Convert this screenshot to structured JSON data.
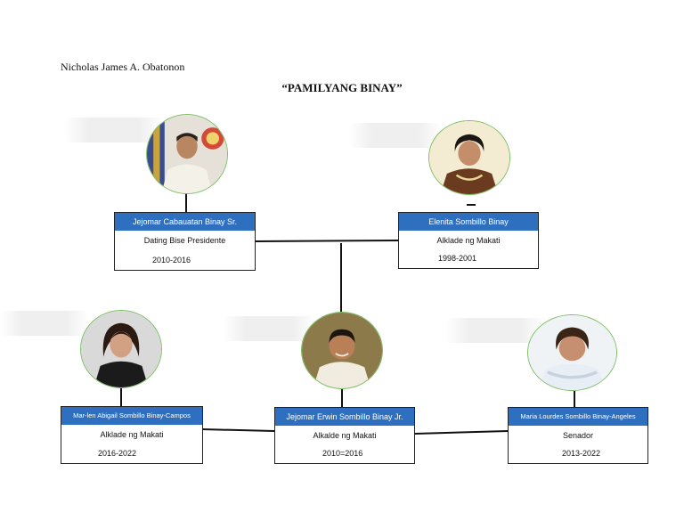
{
  "header": {
    "author": "Nicholas James A. Obatonon",
    "title": "“PAMILYANG BINAY”"
  },
  "colors": {
    "card_header": "#2f6fbf",
    "photo_ring": "#7cbf63",
    "connector": "#111111"
  },
  "members": {
    "jcb_sr": {
      "name": "Jejomar Cabauatan Binay Sr.",
      "role": "Dating Bise Presidente",
      "years": "2010-2016"
    },
    "elenita": {
      "name": "Elenita Sombillo Binay",
      "role": "Alklade ng Makati",
      "years": "1998-2001"
    },
    "abigail": {
      "name": "Mar-len Abigail Sombillo Binay-Campos",
      "role": "Alklade ng Makati",
      "years": "2016-2022"
    },
    "jejomar_jr": {
      "name": "Jejomar Erwin Sombillo Binay Jr.",
      "role": "Alkalde ng Makati",
      "years": "2010=2016"
    },
    "nancy": {
      "name": "Maria Lourdes Sombillo Binay-Angeles",
      "role": "Senador",
      "years": "2013-2022"
    }
  }
}
